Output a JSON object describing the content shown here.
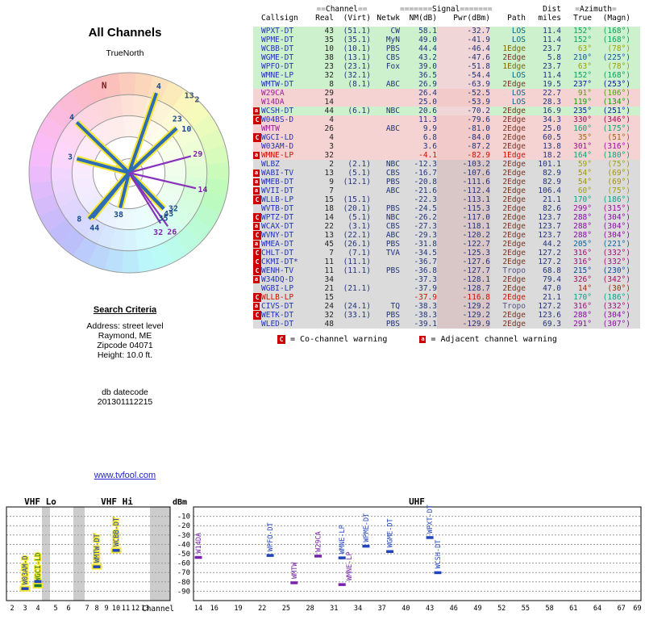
{
  "page": {
    "title": "All Channels",
    "true_north": "TrueNorth",
    "link": "www.tvfool.com"
  },
  "search_criteria": {
    "heading": "Search Criteria",
    "address": "Address: street level",
    "city": "Raymond, ME",
    "zip": "Zipcode 04071",
    "height": "Height: 10.0 ft."
  },
  "datecode": {
    "label": "db datecode",
    "value": "201301112215"
  },
  "legend": {
    "c": "C",
    "c_text": "= Co-channel warning",
    "a": "a",
    "a_text": "= Adjacent channel warning"
  },
  "table": {
    "group_header": {
      "channel": [
        "==",
        "Channel",
        "=="
      ],
      "signal": [
        "=======",
        "Signal",
        "======="
      ],
      "dist": "Dist",
      "azimuth": [
        "=",
        "Azimuth",
        "="
      ]
    },
    "columns": [
      "Callsign",
      "Real",
      "(Virt)",
      "Netwk",
      "NM(dB)",
      "Pwr(dBm)",
      "Path",
      "miles",
      "True",
      "(Magn)"
    ],
    "rows": [
      {
        "flag": "",
        "callsign": "WPXT-DT",
        "real": 43,
        "virt": "51.1",
        "netwk": "CW",
        "nm": 58.1,
        "pwr": -32.7,
        "path": "LOS",
        "miles": 11.4,
        "az_true": 152,
        "az_magn": 168,
        "zone": "green",
        "analog": false,
        "alert": false
      },
      {
        "flag": "",
        "callsign": "WPME-DT",
        "real": 35,
        "virt": "35.1",
        "netwk": "MyN",
        "nm": 49.0,
        "pwr": -41.9,
        "path": "LOS",
        "miles": 11.4,
        "az_true": 152,
        "az_magn": 168,
        "zone": "green",
        "analog": false,
        "alert": false
      },
      {
        "flag": "",
        "callsign": "WCBB-DT",
        "real": 10,
        "virt": "10.1",
        "netwk": "PBS",
        "nm": 44.4,
        "pwr": -46.4,
        "path": "1Edge",
        "miles": 23.7,
        "az_true": 63,
        "az_magn": 78,
        "zone": "green",
        "analog": false,
        "alert": false
      },
      {
        "flag": "",
        "callsign": "WGME-DT",
        "real": 38,
        "virt": "13.1",
        "netwk": "CBS",
        "nm": 43.2,
        "pwr": -47.6,
        "path": "2Edge",
        "miles": 5.8,
        "az_true": 210,
        "az_magn": 225,
        "zone": "green",
        "analog": false,
        "alert": false
      },
      {
        "flag": "",
        "callsign": "WPFO-DT",
        "real": 23,
        "virt": "23.1",
        "netwk": "Fox",
        "nm": 39.0,
        "pwr": -51.8,
        "path": "1Edge",
        "miles": 23.7,
        "az_true": 63,
        "az_magn": 78,
        "zone": "green",
        "analog": false,
        "alert": false
      },
      {
        "flag": "",
        "callsign": "WMNE-LP",
        "real": 32,
        "virt": "32.1",
        "netwk": "",
        "nm": 36.5,
        "pwr": -54.4,
        "path": "LOS",
        "miles": 11.4,
        "az_true": 152,
        "az_magn": 168,
        "zone": "green",
        "analog": false,
        "alert": false
      },
      {
        "flag": "",
        "callsign": "WMTW-DT",
        "real": 8,
        "virt": "8.1",
        "netwk": "ABC",
        "nm": 26.9,
        "pwr": -63.9,
        "path": "2Edge",
        "miles": 19.5,
        "az_true": 237,
        "az_magn": 253,
        "zone": "green",
        "analog": false,
        "alert": false
      },
      {
        "flag": "",
        "callsign": "W29CA",
        "real": 29,
        "virt": "",
        "netwk": "",
        "nm": 26.4,
        "pwr": -52.5,
        "path": "LOS",
        "miles": 22.7,
        "az_true": 91,
        "az_magn": 106,
        "zone": "pink",
        "analog": true,
        "alert": false
      },
      {
        "flag": "",
        "callsign": "W14DA",
        "real": 14,
        "virt": "",
        "netwk": "",
        "nm": 25.0,
        "pwr": -53.9,
        "path": "LOS",
        "miles": 28.3,
        "az_true": 119,
        "az_magn": 134,
        "zone": "pink",
        "analog": true,
        "alert": false
      },
      {
        "flag": "a",
        "callsign": "WCSH-DT",
        "real": 44,
        "virt": "6.1",
        "netwk": "NBC",
        "nm": 20.6,
        "pwr": -70.2,
        "path": "2Edge",
        "miles": 16.9,
        "az_true": 235,
        "az_magn": 251,
        "zone": "green",
        "analog": false,
        "alert": false
      },
      {
        "flag": "C",
        "callsign": "W04BS-D",
        "real": 4,
        "virt": "",
        "netwk": "",
        "nm": 11.3,
        "pwr": -79.6,
        "path": "2Edge",
        "miles": 34.3,
        "az_true": 330,
        "az_magn": 346,
        "zone": "pink",
        "analog": false,
        "alert": false
      },
      {
        "flag": "",
        "callsign": "WMTW",
        "real": 26,
        "virt": "",
        "netwk": "ABC",
        "nm": 9.9,
        "pwr": -81.0,
        "path": "2Edge",
        "miles": 25.0,
        "az_true": 160,
        "az_magn": 175,
        "zone": "pink",
        "analog": true,
        "alert": false
      },
      {
        "flag": "C",
        "callsign": "WGCI-LD",
        "real": 4,
        "virt": "",
        "netwk": "",
        "nm": 6.8,
        "pwr": -84.0,
        "path": "2Edge",
        "miles": 60.5,
        "az_true": 35,
        "az_magn": 51,
        "zone": "pink",
        "analog": false,
        "alert": false
      },
      {
        "flag": "",
        "callsign": "W03AM-D",
        "real": 3,
        "virt": "",
        "netwk": "",
        "nm": 3.6,
        "pwr": -87.2,
        "path": "2Edge",
        "miles": 13.8,
        "az_true": 301,
        "az_magn": 316,
        "zone": "pink",
        "analog": false,
        "alert": false
      },
      {
        "flag": "a",
        "callsign": "WMNE-LP",
        "real": 32,
        "virt": "",
        "netwk": "",
        "nm": -4.1,
        "pwr": -82.9,
        "path": "1Edge",
        "miles": 18.2,
        "az_true": 164,
        "az_magn": 180,
        "zone": "pink",
        "analog": false,
        "alert": true
      },
      {
        "flag": "",
        "callsign": "WLBZ",
        "real": 2,
        "virt": "2.1",
        "netwk": "NBC",
        "nm": -12.3,
        "pwr": -103.2,
        "path": "2Edge",
        "miles": 101.1,
        "az_true": 59,
        "az_magn": 75,
        "zone": "gray",
        "analog": false,
        "alert": false
      },
      {
        "flag": "a",
        "callsign": "WABI-TV",
        "real": 13,
        "virt": "5.1",
        "netwk": "CBS",
        "nm": -16.7,
        "pwr": -107.6,
        "path": "2Edge",
        "miles": 82.9,
        "az_true": 54,
        "az_magn": 69,
        "zone": "gray",
        "analog": false,
        "alert": false
      },
      {
        "flag": "a",
        "callsign": "WMEB-DT",
        "real": 9,
        "virt": "12.1",
        "netwk": "PBS",
        "nm": -20.8,
        "pwr": -111.6,
        "path": "2Edge",
        "miles": 82.9,
        "az_true": 54,
        "az_magn": 69,
        "zone": "gray",
        "analog": false,
        "alert": false
      },
      {
        "flag": "a",
        "callsign": "WVII-DT",
        "real": 7,
        "virt": "",
        "netwk": "ABC",
        "nm": -21.6,
        "pwr": -112.4,
        "path": "2Edge",
        "miles": 106.4,
        "az_true": 60,
        "az_magn": 75,
        "zone": "gray",
        "analog": false,
        "alert": false
      },
      {
        "flag": "C",
        "callsign": "WLLB-LP",
        "real": 15,
        "virt": "15.1",
        "netwk": "",
        "nm": -22.3,
        "pwr": -113.1,
        "path": "2Edge",
        "miles": 21.1,
        "az_true": 170,
        "az_magn": 186,
        "zone": "gray",
        "analog": false,
        "alert": false
      },
      {
        "flag": "",
        "callsign": "WVTB-DT",
        "real": 18,
        "virt": "20.1",
        "netwk": "PBS",
        "nm": -24.5,
        "pwr": -115.3,
        "path": "2Edge",
        "miles": 82.6,
        "az_true": 299,
        "az_magn": 315,
        "zone": "gray",
        "analog": false,
        "alert": false
      },
      {
        "flag": "C",
        "callsign": "WPTZ-DT",
        "real": 14,
        "virt": "5.1",
        "netwk": "NBC",
        "nm": -26.2,
        "pwr": -117.0,
        "path": "2Edge",
        "miles": 123.7,
        "az_true": 288,
        "az_magn": 304,
        "zone": "gray",
        "analog": false,
        "alert": false
      },
      {
        "flag": "a",
        "callsign": "WCAX-DT",
        "real": 22,
        "virt": "3.1",
        "netwk": "CBS",
        "nm": -27.3,
        "pwr": -118.1,
        "path": "2Edge",
        "miles": 123.7,
        "az_true": 288,
        "az_magn": 304,
        "zone": "gray",
        "analog": false,
        "alert": false
      },
      {
        "flag": "C",
        "callsign": "WVNY-DT",
        "real": 13,
        "virt": "22.1",
        "netwk": "ABC",
        "nm": -29.3,
        "pwr": -120.2,
        "path": "2Edge",
        "miles": 123.7,
        "az_true": 288,
        "az_magn": 304,
        "zone": "gray",
        "analog": false,
        "alert": false
      },
      {
        "flag": "a",
        "callsign": "WMEA-DT",
        "real": 45,
        "virt": "26.1",
        "netwk": "PBS",
        "nm": -31.8,
        "pwr": -122.7,
        "path": "2Edge",
        "miles": 44.2,
        "az_true": 205,
        "az_magn": 221,
        "zone": "gray",
        "analog": false,
        "alert": false
      },
      {
        "flag": "C",
        "callsign": "CHLT-DT",
        "real": 7,
        "virt": "7.1",
        "netwk": "TVA",
        "nm": -34.5,
        "pwr": -125.3,
        "path": "2Edge",
        "miles": 127.2,
        "az_true": 316,
        "az_magn": 332,
        "zone": "gray",
        "analog": false,
        "alert": false
      },
      {
        "flag": "C",
        "callsign": "CKMI-DT*",
        "real": 11,
        "virt": "11.1",
        "netwk": "",
        "nm": -36.7,
        "pwr": -127.6,
        "path": "2Edge",
        "miles": 127.2,
        "az_true": 316,
        "az_magn": 332,
        "zone": "gray",
        "analog": false,
        "alert": false
      },
      {
        "flag": "C",
        "callsign": "WENH-TV",
        "real": 11,
        "virt": "11.1",
        "netwk": "PBS",
        "nm": -36.8,
        "pwr": -127.7,
        "path": "Tropo",
        "miles": 68.8,
        "az_true": 215,
        "az_magn": 230,
        "zone": "gray",
        "analog": false,
        "alert": false
      },
      {
        "flag": "a",
        "callsign": "W34DQ-D",
        "real": 34,
        "virt": "",
        "netwk": "",
        "nm": -37.3,
        "pwr": -128.1,
        "path": "2Edge",
        "miles": 79.4,
        "az_true": 326,
        "az_magn": 342,
        "zone": "gray",
        "analog": false,
        "alert": false
      },
      {
        "flag": "",
        "callsign": "WGBI-LP",
        "real": 21,
        "virt": "21.1",
        "netwk": "",
        "nm": -37.9,
        "pwr": -128.7,
        "path": "2Edge",
        "miles": 47.0,
        "az_true": 14,
        "az_magn": 30,
        "zone": "gray",
        "analog": false,
        "alert": false
      },
      {
        "flag": "C",
        "callsign": "WLLB-LP",
        "real": 15,
        "virt": "",
        "netwk": "",
        "nm": -37.9,
        "pwr": -116.8,
        "path": "2Edge",
        "miles": 21.1,
        "az_true": 170,
        "az_magn": 186,
        "zone": "gray",
        "analog": false,
        "alert": true
      },
      {
        "flag": "a",
        "callsign": "CIVS-DT",
        "real": 24,
        "virt": "24.1",
        "netwk": "TQ",
        "nm": -38.3,
        "pwr": -129.2,
        "path": "Tropo",
        "miles": 127.2,
        "az_true": 316,
        "az_magn": 332,
        "zone": "gray",
        "analog": false,
        "alert": false
      },
      {
        "flag": "C",
        "callsign": "WETK-DT",
        "real": 32,
        "virt": "33.1",
        "netwk": "PBS",
        "nm": -38.3,
        "pwr": -129.2,
        "path": "2Edge",
        "miles": 123.6,
        "az_true": 288,
        "az_magn": 304,
        "zone": "gray",
        "analog": false,
        "alert": false
      },
      {
        "flag": "",
        "callsign": "WLED-DT",
        "real": 48,
        "virt": "",
        "netwk": "PBS",
        "nm": -39.1,
        "pwr": -129.9,
        "path": "2Edge",
        "miles": 69.3,
        "az_true": 291,
        "az_magn": 307,
        "zone": "gray",
        "analog": false,
        "alert": false
      }
    ]
  },
  "chart_data": [
    {
      "type": "polar-radar",
      "title": "All Channels",
      "north_label": "N",
      "orientation_label": "TrueNorth",
      "rotation_deg": -16,
      "stations": [
        {
          "label": "43",
          "azimuth": 152,
          "miles": 11.4,
          "style": "strong"
        },
        {
          "label": "35",
          "azimuth": 152,
          "miles": 11.4,
          "style": "strong",
          "label_daz": 7
        },
        {
          "label": "10",
          "azimuth": 63,
          "miles": 23.7,
          "style": "strong",
          "label_daz": 6
        },
        {
          "label": "38",
          "azimuth": 210,
          "miles": 5.8,
          "style": "strong"
        },
        {
          "label": "23",
          "azimuth": 63,
          "miles": 23.7,
          "style": "strong",
          "label_daz": -5
        },
        {
          "label": "32",
          "azimuth": 152,
          "miles": 11.4,
          "style": "strong",
          "label_daz": -7
        },
        {
          "label": "8",
          "azimuth": 237,
          "miles": 19.5,
          "style": "strong",
          "label_daz": 6
        },
        {
          "label": "29",
          "azimuth": 91,
          "miles": 22.7,
          "style": "analog"
        },
        {
          "label": "14",
          "azimuth": 119,
          "miles": 28.3,
          "style": "analog"
        },
        {
          "label": "44",
          "azimuth": 235,
          "miles": 16.9,
          "style": "strong",
          "label_daz": -7
        },
        {
          "label": "4",
          "azimuth": 330,
          "miles": 34.3,
          "style": "strong"
        },
        {
          "label": "26",
          "azimuth": 160,
          "miles": 25.0,
          "style": "analog"
        },
        {
          "label": "4",
          "azimuth": 35,
          "miles": 60.5,
          "style": "strong"
        },
        {
          "label": "3",
          "azimuth": 301,
          "miles": 13.8,
          "style": "strong"
        },
        {
          "label": "32",
          "azimuth": 164,
          "miles": 18.2,
          "style": "analog",
          "label_daz": 6
        },
        {
          "label": "2",
          "azimuth": 59,
          "miles": 101.1,
          "style": "edge"
        },
        {
          "label": "13",
          "azimuth": 54,
          "miles": 82.9,
          "style": "edge"
        }
      ]
    },
    {
      "type": "bar",
      "ylabel": "dBm",
      "xlabel": "Channel",
      "ylim": [
        -100,
        0
      ],
      "yticks": [
        -10,
        -20,
        -30,
        -40,
        -50,
        -60,
        -70,
        -80,
        -90
      ],
      "sections": [
        {
          "label": "VHF Lo",
          "channels": [
            2,
            6
          ]
        },
        {
          "label": "VHF Hi",
          "channels": [
            7,
            13
          ]
        },
        {
          "label": "UHF",
          "channels": [
            14,
            69
          ]
        }
      ],
      "xticks_vhf": [
        2,
        3,
        4,
        5,
        6,
        7,
        8,
        9,
        10,
        11,
        12,
        13
      ],
      "xticks_uhf": [
        14,
        16,
        19,
        22,
        25,
        28,
        31,
        34,
        37,
        40,
        43,
        46,
        49,
        52,
        55,
        58,
        61,
        64,
        67,
        69
      ],
      "bars": [
        {
          "callsign": "W03AM-D",
          "channel": 3,
          "dbm": -87.2,
          "color": "#2244bb",
          "highlight": true,
          "show_label": true
        },
        {
          "callsign": "WGCI-LD",
          "channel": 4,
          "dbm": -84.0,
          "color": "#1a7a33",
          "highlight": true,
          "show_label": true
        },
        {
          "callsign": "W04BS-D",
          "channel": 4,
          "dbm": -79.6,
          "color": "#2244bb",
          "highlight": false,
          "show_label": false
        },
        {
          "callsign": "WMTW-DT",
          "channel": 8,
          "dbm": -63.9,
          "color": "#2244bb",
          "highlight": true,
          "show_label": true
        },
        {
          "callsign": "WCBB-DT",
          "channel": 10,
          "dbm": -46.4,
          "color": "#2244bb",
          "highlight": true,
          "show_label": true
        },
        {
          "callsign": "W14DA",
          "channel": 14,
          "dbm": -53.9,
          "color": "#7722aa",
          "highlight": false,
          "show_label": true
        },
        {
          "callsign": "WPFO-DT",
          "channel": 23,
          "dbm": -51.8,
          "color": "#2244bb",
          "highlight": false,
          "show_label": true
        },
        {
          "callsign": "WMTW",
          "channel": 26,
          "dbm": -81.0,
          "color": "#7722aa",
          "highlight": false,
          "show_label": true
        },
        {
          "callsign": "W29CA",
          "channel": 29,
          "dbm": -52.5,
          "color": "#7722aa",
          "highlight": false,
          "show_label": true
        },
        {
          "callsign": "WMNE-LP",
          "channel": 32,
          "dbm": -54.4,
          "color": "#2244bb",
          "highlight": false,
          "show_label": true
        },
        {
          "callsign": "WMNE-LP",
          "channel": 32,
          "dbm": -82.9,
          "color": "#7722aa",
          "highlight": false,
          "show_label": true,
          "label_dx": 9
        },
        {
          "callsign": "WPME-DT",
          "channel": 35,
          "dbm": -41.9,
          "color": "#2244bb",
          "highlight": false,
          "show_label": true
        },
        {
          "callsign": "WGME-DT",
          "channel": 38,
          "dbm": -47.6,
          "color": "#2244bb",
          "highlight": false,
          "show_label": true
        },
        {
          "callsign": "WPXT-DT",
          "channel": 43,
          "dbm": -32.7,
          "color": "#2244bb",
          "highlight": false,
          "show_label": true
        },
        {
          "callsign": "WCSH-DT",
          "channel": 44,
          "dbm": -70.2,
          "color": "#2244bb",
          "highlight": false,
          "show_label": true
        }
      ]
    }
  ]
}
